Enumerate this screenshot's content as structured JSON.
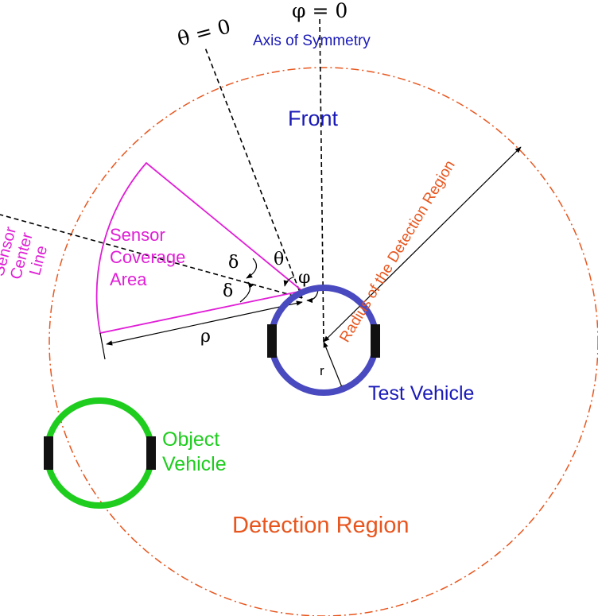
{
  "colors": {
    "detection": "#e8561e",
    "test_vehicle": "#4a4ac0",
    "object_vehicle": "#1ecd1e",
    "sensor": "#e01ed6",
    "label_blue": "#1a1ab8",
    "wheel": "#111111",
    "line": "#000000"
  },
  "labels": {
    "phi_zero": "φ = 0",
    "theta_zero": "θ = 0",
    "axis_of_symmetry": "Axis of Symmetry",
    "front": "Front",
    "sensor_center_line": [
      "Sensor",
      "Center",
      "Line"
    ],
    "sensor_coverage_area": [
      "Sensor",
      "Coverage",
      "Area"
    ],
    "radius_of_detection_region": "Radius of the Detection Region",
    "delta": "δ",
    "theta": "θ",
    "phi": "φ",
    "rho": "ρ",
    "r": "r",
    "test_vehicle": "Test Vehicle",
    "object_vehicle": [
      "Object",
      "Vehicle"
    ],
    "detection_region": "Detection Region"
  }
}
